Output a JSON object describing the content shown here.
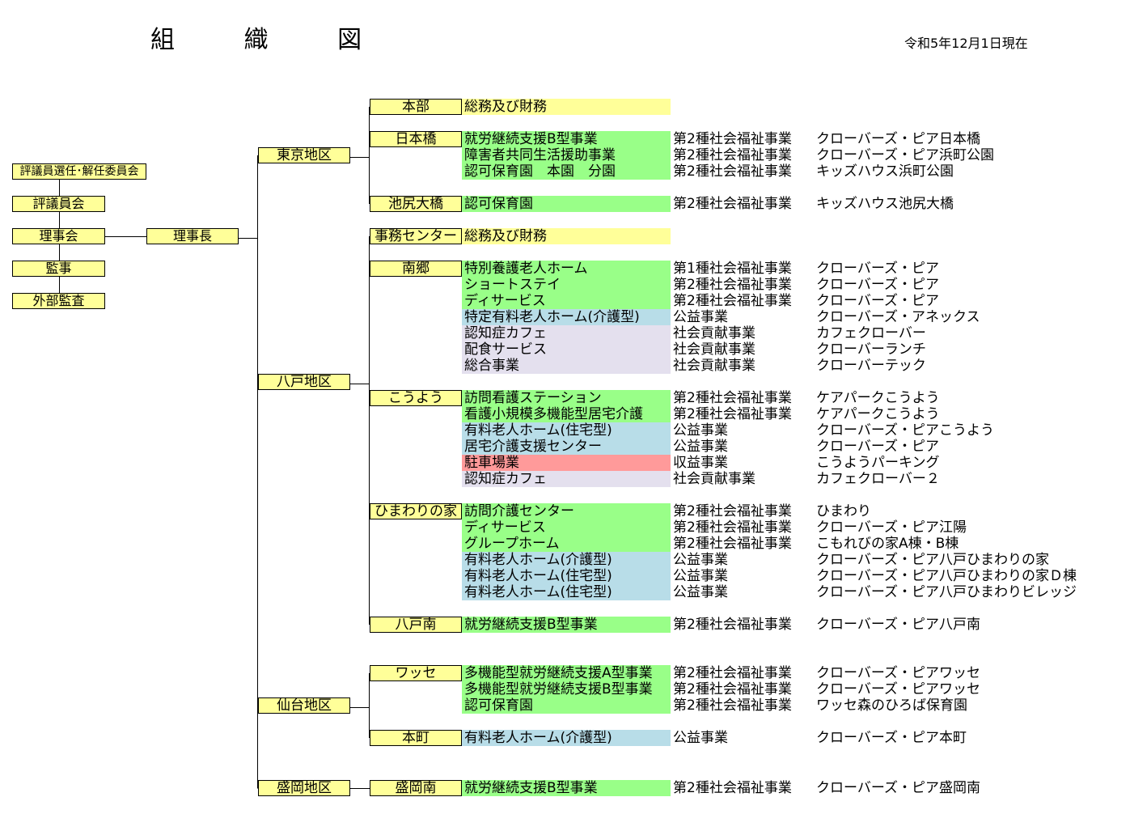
{
  "title": "組 織 図",
  "date": "令和5年12月1日現在",
  "colors": {
    "box": "#ffff99",
    "yellow": "#ffff99",
    "green": "#99ff88",
    "blue": "#b8dde8",
    "lavender": "#e4e0ee",
    "red": "#ff9a9a"
  },
  "left_boxes": [
    "評議員選任･解任委員会",
    "評議員会",
    "理事会",
    "監事",
    "外部監査"
  ],
  "chairman": "理事長",
  "areas": [
    "東京地区",
    "八戸地区",
    "仙台地区",
    "盛岡地区"
  ],
  "units": [
    {
      "label": "本部",
      "rows": [
        {
          "service": "総務及び財務",
          "bg": "yellow",
          "category": "",
          "facility": ""
        }
      ]
    },
    {
      "label": "日本橋",
      "rows": [
        {
          "service": "就労継続支援B型事業",
          "bg": "green",
          "category": "第2種社会福祉事業",
          "facility": "クローバーズ・ピア日本橋"
        },
        {
          "service": "障害者共同生活援助事業",
          "bg": "green",
          "category": "第2種社会福祉事業",
          "facility": "クローバーズ・ピア浜町公園"
        },
        {
          "service": "認可保育園　本園　分園",
          "bg": "green",
          "category": "第2種社会福祉事業",
          "facility": "キッズハウス浜町公園"
        }
      ]
    },
    {
      "label": "池尻大橋",
      "rows": [
        {
          "service": "認可保育園",
          "bg": "green",
          "category": "第2種社会福祉事業",
          "facility": "キッズハウス池尻大橋"
        }
      ]
    },
    {
      "label": "事務センター",
      "rows": [
        {
          "service": "総務及び財務",
          "bg": "yellow",
          "category": "",
          "facility": ""
        }
      ]
    },
    {
      "label": "南郷",
      "rows": [
        {
          "service": "特別養護老人ホーム",
          "bg": "green",
          "category": "第1種社会福祉事業",
          "facility": "クローバーズ・ピア"
        },
        {
          "service": "ショートステイ",
          "bg": "green",
          "category": "第2種社会福祉事業",
          "facility": "クローバーズ・ピア"
        },
        {
          "service": "ディサービス",
          "bg": "green",
          "category": "第2種社会福祉事業",
          "facility": "クローバーズ・ピア"
        },
        {
          "service": "特定有料老人ホーム(介護型)",
          "bg": "blue",
          "category": "公益事業",
          "facility": "クローバーズ・アネックス"
        },
        {
          "service": "認知症カフェ",
          "bg": "lavender",
          "category": "社会貢献事業",
          "facility": "カフェクローバー"
        },
        {
          "service": "配食サービス",
          "bg": "lavender",
          "category": "社会貢献事業",
          "facility": "クローバーランチ"
        },
        {
          "service": "総合事業",
          "bg": "lavender",
          "category": "社会貢献事業",
          "facility": "クローバーテック"
        }
      ]
    },
    {
      "label": "こうよう",
      "rows": [
        {
          "service": "訪問看護ステーション",
          "bg": "green",
          "category": "第2種社会福祉事業",
          "facility": "ケアパークこうよう"
        },
        {
          "service": "看護小規模多機能型居宅介護",
          "bg": "green",
          "category": "第2種社会福祉事業",
          "facility": "ケアパークこうよう"
        },
        {
          "service": "有料老人ホーム(住宅型)",
          "bg": "blue",
          "category": "公益事業",
          "facility": "クローバーズ・ピアこうよう"
        },
        {
          "service": "居宅介護支援センター",
          "bg": "blue",
          "category": "公益事業",
          "facility": "クローバーズ・ピア"
        },
        {
          "service": "駐車場業",
          "bg": "red",
          "category": "収益事業",
          "facility": "こうようパーキング"
        },
        {
          "service": "認知症カフェ",
          "bg": "lavender",
          "category": "社会貢献事業",
          "facility": "カフェクローバー２"
        }
      ]
    },
    {
      "label": "ひまわりの家",
      "rows": [
        {
          "service": "訪問介護センター",
          "bg": "green",
          "category": "第2種社会福祉事業",
          "facility": "ひまわり"
        },
        {
          "service": "ディサービス",
          "bg": "green",
          "category": "第2種社会福祉事業",
          "facility": "クローバーズ・ピア江陽"
        },
        {
          "service": "グループホーム",
          "bg": "green",
          "category": "第2種社会福祉事業",
          "facility": "こもれびの家A棟・B棟"
        },
        {
          "service": "有料老人ホーム(介護型)",
          "bg": "blue",
          "category": "公益事業",
          "facility": "クローバーズ・ピア八戸ひまわりの家"
        },
        {
          "service": "有料老人ホーム(住宅型)",
          "bg": "blue",
          "category": "公益事業",
          "facility": "クローバーズ・ピア八戸ひまわりの家Ｄ棟"
        },
        {
          "service": "有料老人ホーム(住宅型)",
          "bg": "blue",
          "category": "公益事業",
          "facility": "クローバーズ・ピア八戸ひまわりビレッジ"
        }
      ]
    },
    {
      "label": "八戸南",
      "rows": [
        {
          "service": "就労継続支援B型事業",
          "bg": "green",
          "category": "第2種社会福祉事業",
          "facility": "クローバーズ・ピア八戸南"
        }
      ]
    },
    {
      "label": "ワッセ",
      "rows": [
        {
          "service": "多機能型就労継続支援A型事業",
          "bg": "green",
          "category": "第2種社会福祉事業",
          "facility": "クローバーズ・ピアワッセ"
        },
        {
          "service": "多機能型就労継続支援B型事業",
          "bg": "green",
          "category": "第2種社会福祉事業",
          "facility": "クローバーズ・ピアワッセ"
        },
        {
          "service": "認可保育園",
          "bg": "green",
          "category": "第2種社会福祉事業",
          "facility": "ワッセ森のひろば保育園"
        }
      ]
    },
    {
      "label": "本町",
      "rows": [
        {
          "service": "有料老人ホーム(介護型)",
          "bg": "blue",
          "category": "公益事業",
          "facility": "クローバーズ・ピア本町"
        }
      ]
    },
    {
      "label": "盛岡南",
      "rows": [
        {
          "service": "就労継続支援B型事業",
          "bg": "green",
          "category": "第2種社会福祉事業",
          "facility": "クローバーズ・ピア盛岡南"
        }
      ]
    }
  ]
}
